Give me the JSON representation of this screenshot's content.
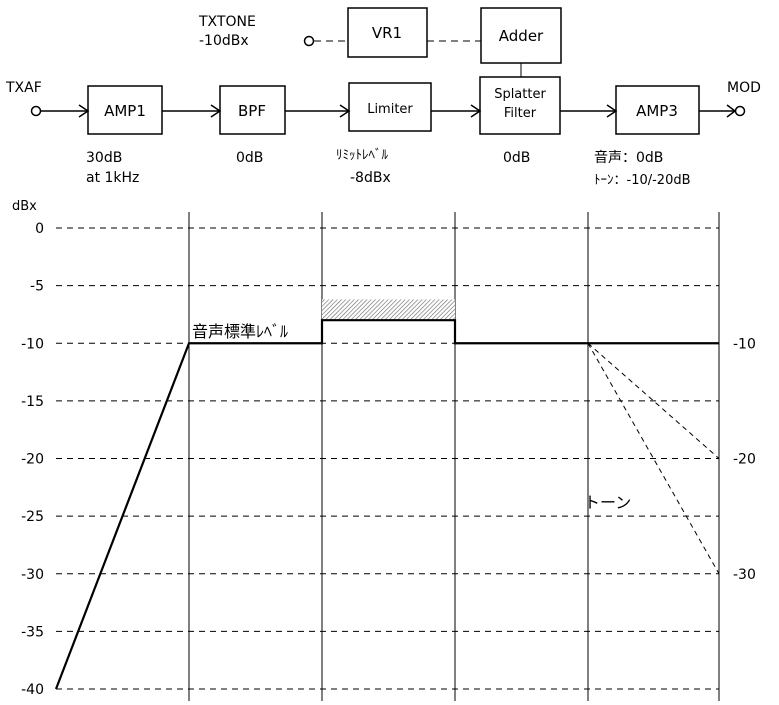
{
  "blocks": [
    {
      "id": "amp1",
      "label": "AMP1"
    },
    {
      "id": "bpf",
      "label": "BPF"
    },
    {
      "id": "limiter",
      "label": "Limiter"
    },
    {
      "id": "splatter",
      "label": "Splatter\nFilter"
    },
    {
      "id": "amp3",
      "label": "AMP3"
    },
    {
      "id": "vr1",
      "label": "VR1"
    },
    {
      "id": "adder",
      "label": "Adder"
    }
  ],
  "inputs": {
    "txaf": "TXAF",
    "mod": "MOD",
    "txtone": "TXTONE",
    "txtone_level": "-10dBx"
  },
  "gains": {
    "amp1": [
      "30dB",
      "at 1kHz"
    ],
    "bpf": [
      "0dB"
    ],
    "limiter": [
      "ﾘﾐｯﾄﾚﾍﾞﾙ",
      "-8dBx"
    ],
    "splatter": [
      "0dB"
    ],
    "amp3": [
      "音声：0dB",
      "ﾄｰﾝ：-10/-20dB"
    ]
  },
  "chart_data": {
    "type": "line",
    "ylabel": "dBx",
    "ylim": [
      -40,
      0
    ],
    "yticks": [
      0,
      -5,
      -10,
      -15,
      -20,
      -25,
      -30,
      -35,
      -40
    ],
    "right_ticks": [
      -10,
      -20,
      -30
    ],
    "grid": true,
    "stages": 5,
    "voice_label": "音声標準ﾚﾍﾞﾙ",
    "tone_label": "トーン",
    "series": [
      {
        "values": [
          [
            0,
            -40
          ],
          [
            1,
            -10
          ],
          [
            2,
            -10
          ],
          [
            2,
            -8
          ],
          [
            3,
            -8
          ],
          [
            3,
            -10
          ],
          [
            5,
            -10
          ]
        ]
      },
      {
        "values": [
          [
            4,
            -10
          ],
          [
            5,
            -20
          ]
        ],
        "style": "dashed"
      },
      {
        "values": [
          [
            4,
            -10
          ],
          [
            5,
            -30
          ]
        ],
        "style": "dashed"
      }
    ],
    "limiter_band": [
      2,
      3,
      -8,
      -6.2
    ]
  }
}
